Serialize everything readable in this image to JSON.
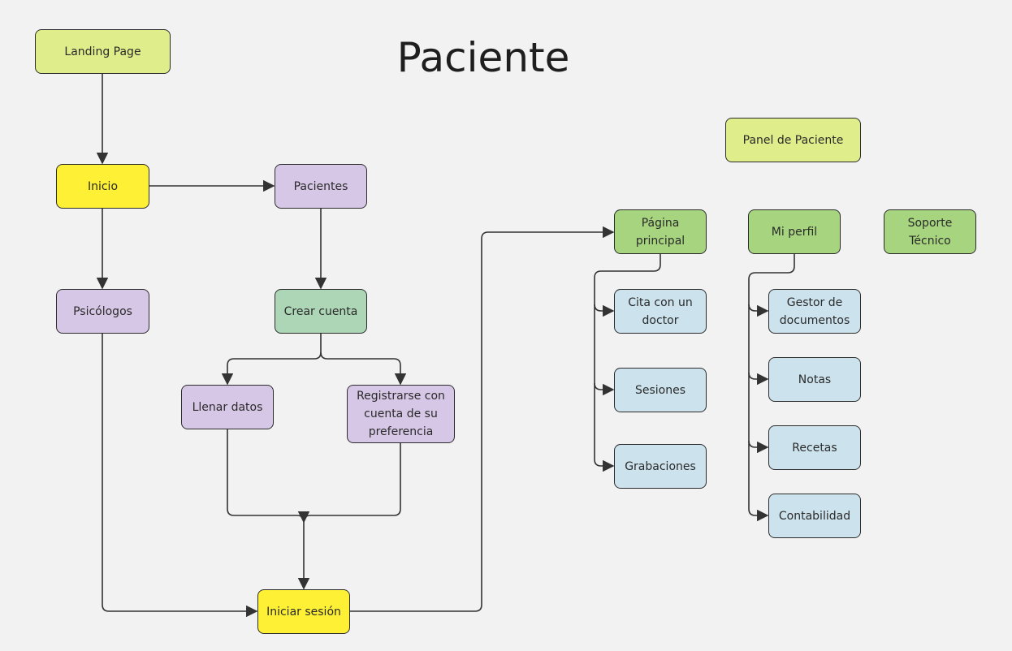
{
  "title": "Paciente",
  "colors": {
    "lime": "#dfee8b",
    "yellow": "#fef035",
    "purple": "#d6c7e6",
    "mint": "#acd6b6",
    "green": "#a7d57f",
    "blue": "#cce3ee",
    "line": "#333333",
    "background": "#f2f2f2"
  },
  "nodes": {
    "landing": "Landing Page",
    "inicio": "Inicio",
    "pacientes": "Pacientes",
    "psicologos": "Psicólogos",
    "crear_cuenta": "Crear cuenta",
    "llenar_datos": "Llenar datos",
    "registrarse": "Registrarse con cuenta de su preferencia",
    "iniciar_sesion": "Iniciar sesión",
    "pagina_principal": "Página principal",
    "cita": "Cita con un doctor",
    "sesiones": "Sesiones",
    "grabaciones": "Grabaciones",
    "panel": "Panel de Paciente",
    "mi_perfil": "Mi perfil",
    "soporte": "Soporte Técnico",
    "gestor": "Gestor de documentos",
    "notas": "Notas",
    "recetas": "Recetas",
    "contabilidad": "Contabilidad"
  },
  "edges": [
    [
      "landing",
      "inicio"
    ],
    [
      "inicio",
      "pacientes"
    ],
    [
      "inicio",
      "psicologos"
    ],
    [
      "pacientes",
      "crear_cuenta"
    ],
    [
      "crear_cuenta",
      "llenar_datos"
    ],
    [
      "crear_cuenta",
      "registrarse"
    ],
    [
      "llenar_datos",
      "iniciar_sesion"
    ],
    [
      "registrarse",
      "iniciar_sesion"
    ],
    [
      "psicologos",
      "iniciar_sesion"
    ],
    [
      "iniciar_sesion",
      "pagina_principal"
    ],
    [
      "pagina_principal",
      "cita"
    ],
    [
      "pagina_principal",
      "sesiones"
    ],
    [
      "pagina_principal",
      "grabaciones"
    ],
    [
      "mi_perfil",
      "gestor"
    ],
    [
      "mi_perfil",
      "notas"
    ],
    [
      "mi_perfil",
      "recetas"
    ],
    [
      "mi_perfil",
      "contabilidad"
    ]
  ]
}
